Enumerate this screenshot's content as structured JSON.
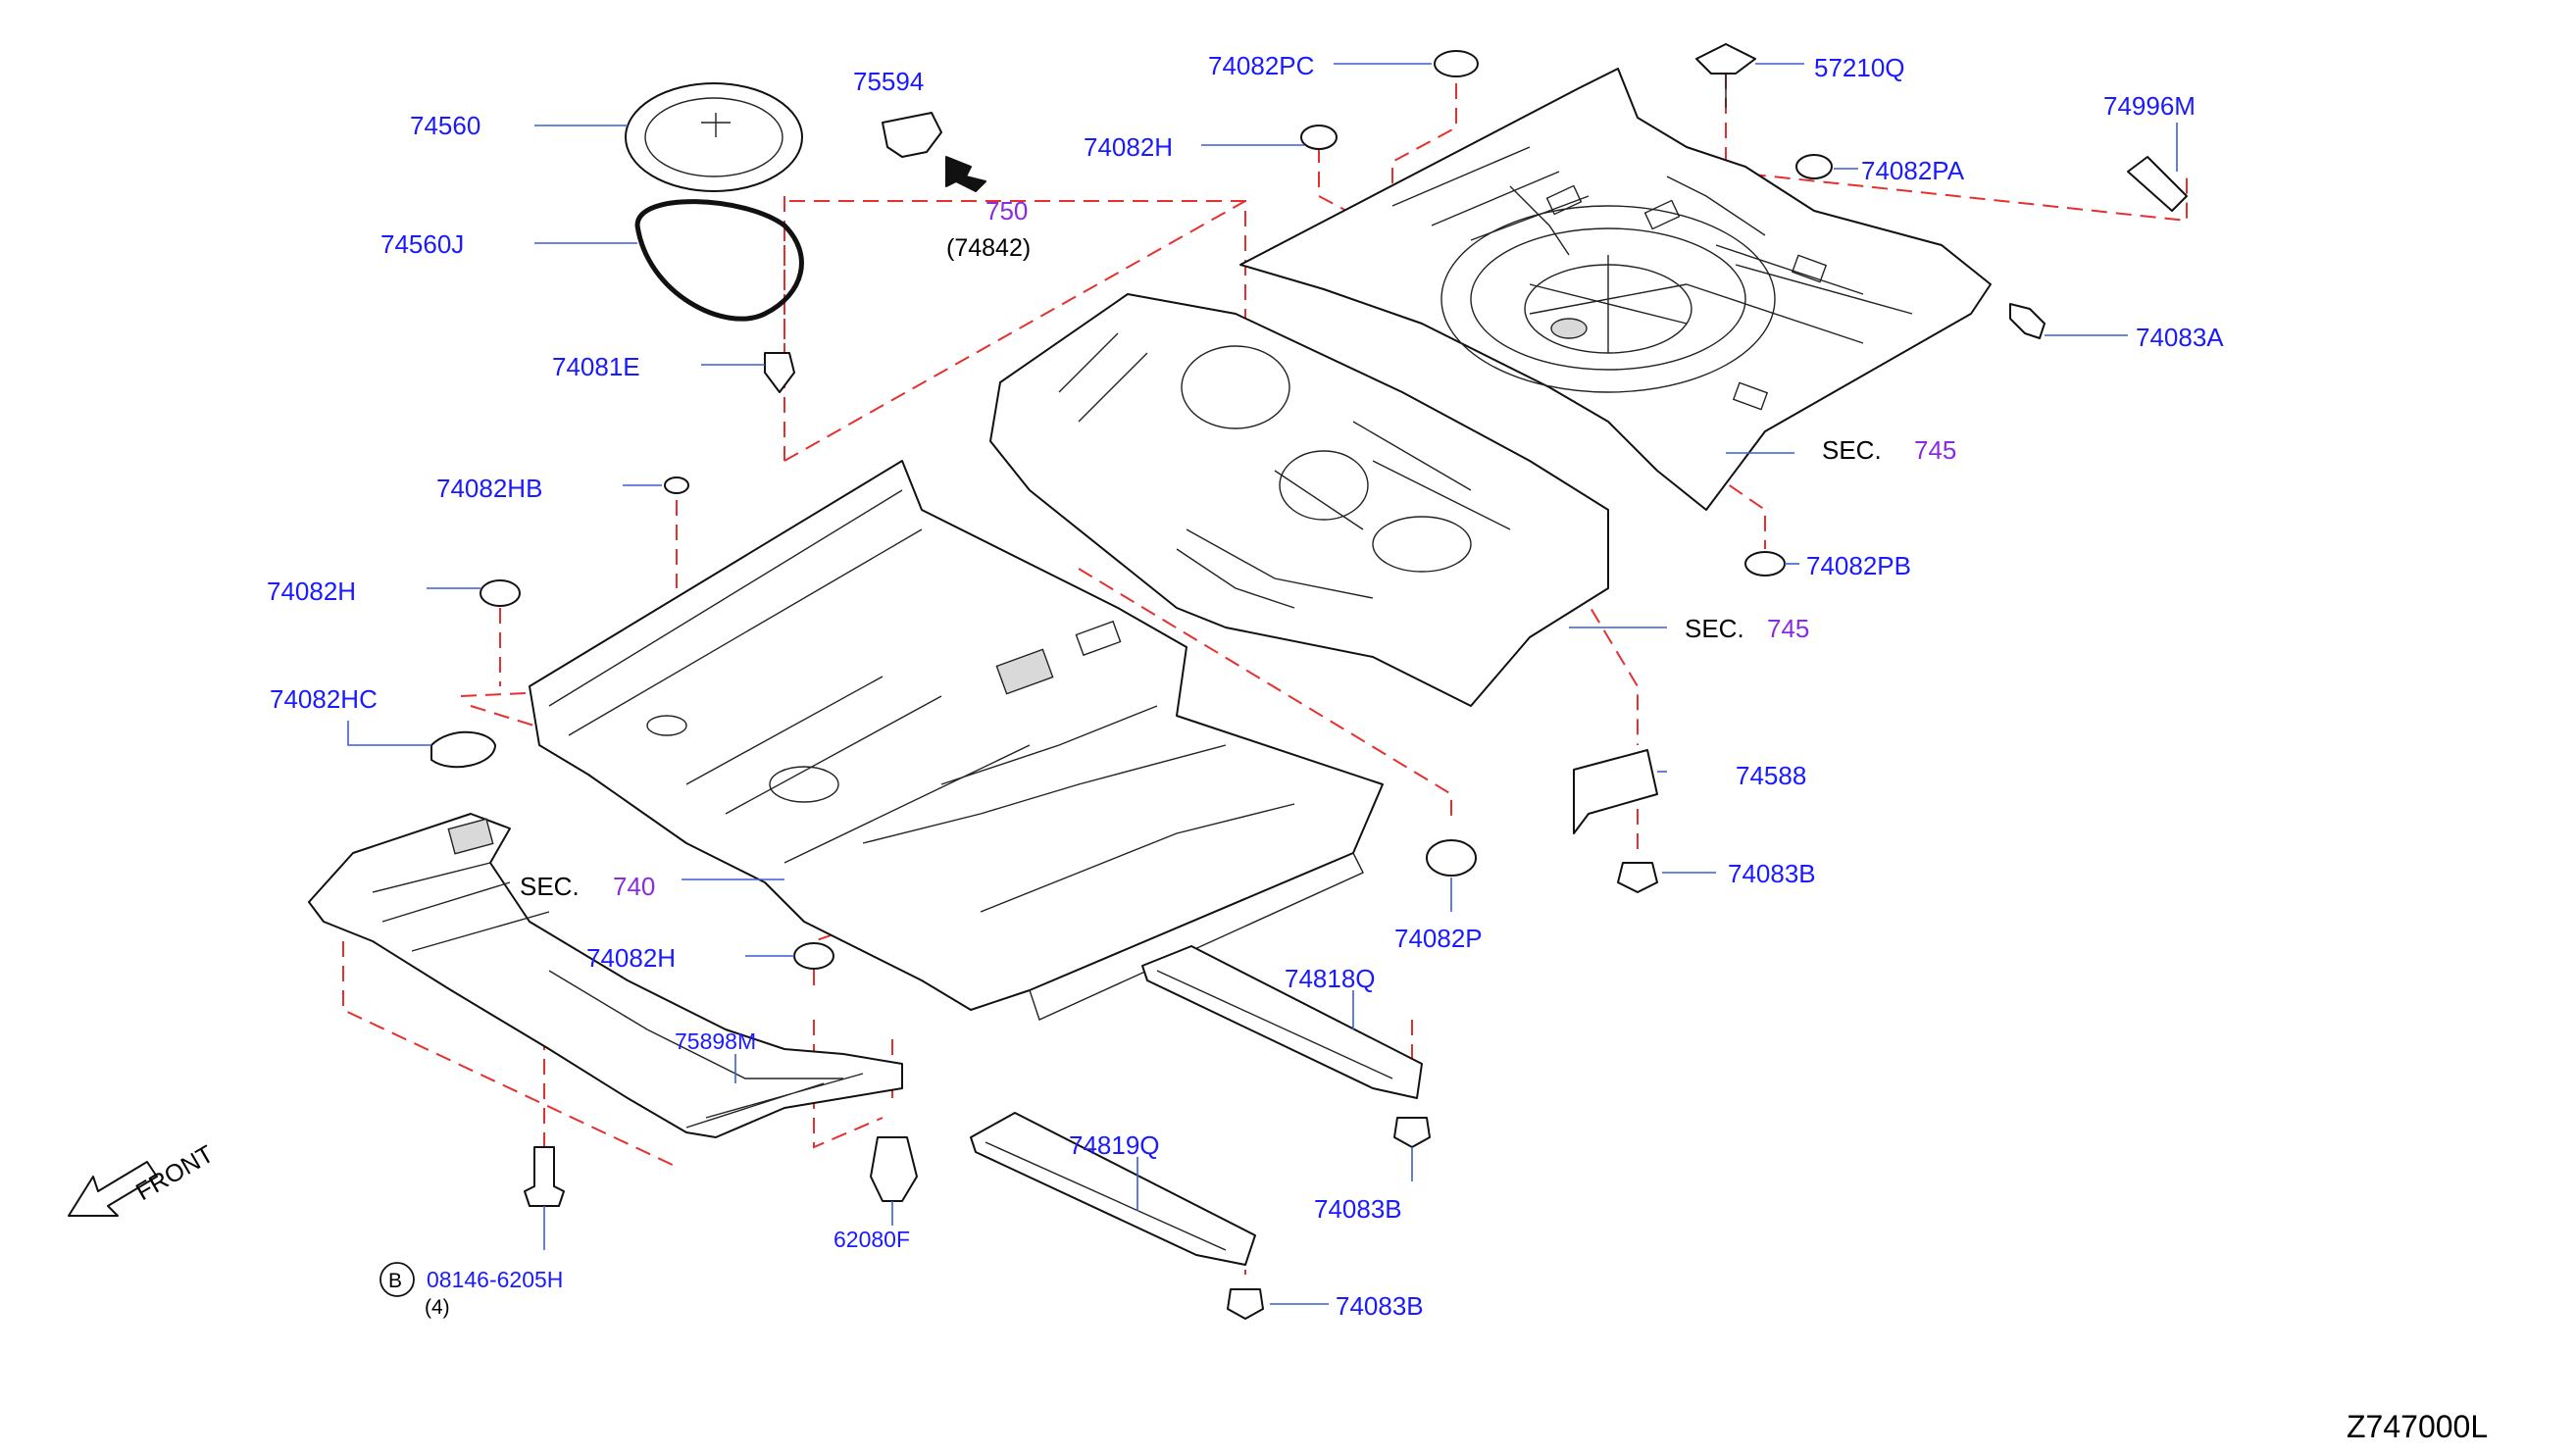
{
  "diagram_code": "Z747000L",
  "direction_label": "FRONT",
  "section_prefix": "SEC.",
  "labels": {
    "p74560": "74560",
    "p74560J": "74560J",
    "p74081E": "74081E",
    "p75594": "75594",
    "ref750": "750",
    "ref74842": "(74842)",
    "p74082PC": "74082PC",
    "p74082H_top": "74082H",
    "p57210Q": "57210Q",
    "p74996M": "74996M",
    "p74082PA": "74082PA",
    "p74083A": "74083A",
    "sec745_a": "745",
    "p74082PB": "74082PB",
    "sec745_b": "745",
    "p74082HB": "74082HB",
    "p74082H_mid": "74082H",
    "p74082HC": "74082HC",
    "sec740": "740",
    "p74082H_low": "74082H",
    "p75898M": "75898M",
    "p74588": "74588",
    "p74083B_a": "74083B",
    "p74082P": "74082P",
    "p74818Q": "74818Q",
    "p74083B_b": "74083B",
    "p74819Q": "74819Q",
    "p74083B_c": "74083B",
    "p62080F": "62080F",
    "bolt_circle": "B",
    "p08146": "08146-6205H",
    "qty": "(4)"
  },
  "colors": {
    "part_number": "#1a1aff",
    "section_ref": "#8a2be2",
    "leader": "#3a5fd0",
    "dashed_guide": "#e53030"
  }
}
